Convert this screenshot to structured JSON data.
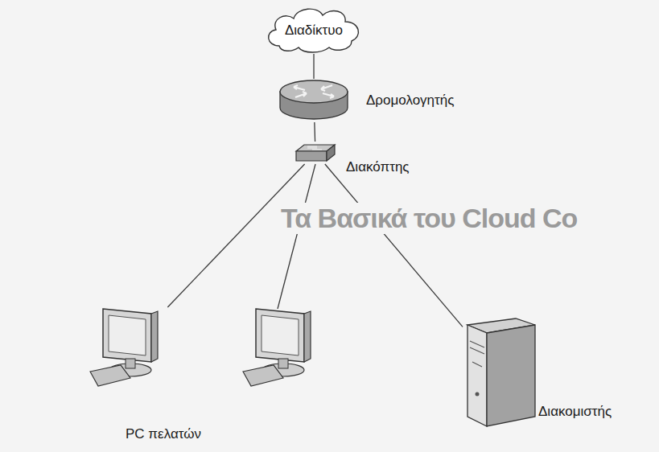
{
  "diagram": {
    "nodes": [
      {
        "text": [
          "Διαδίκτυο"
        ]
      },
      {
        "text": [
          "Δρομολογητής"
        ]
      },
      {
        "text": [
          "Διακόπτης"
        ]
      },
      {
        "text": [
          "PC πελατών"
        ]
      },
      {
        "text": [
          "Διακομιστής"
        ]
      }
    ],
    "edges": [
      {
        "from": 0,
        "to": 1,
        "arrow": "none"
      },
      {
        "from": 1,
        "to": 2,
        "arrow": "none"
      },
      {
        "from": 2,
        "to": 3,
        "arrow": "none"
      },
      {
        "from": 2,
        "to": 4,
        "arrow": "none"
      }
    ],
    "labels": [
      "Τα Βασικά του Cloud Co"
    ]
  }
}
